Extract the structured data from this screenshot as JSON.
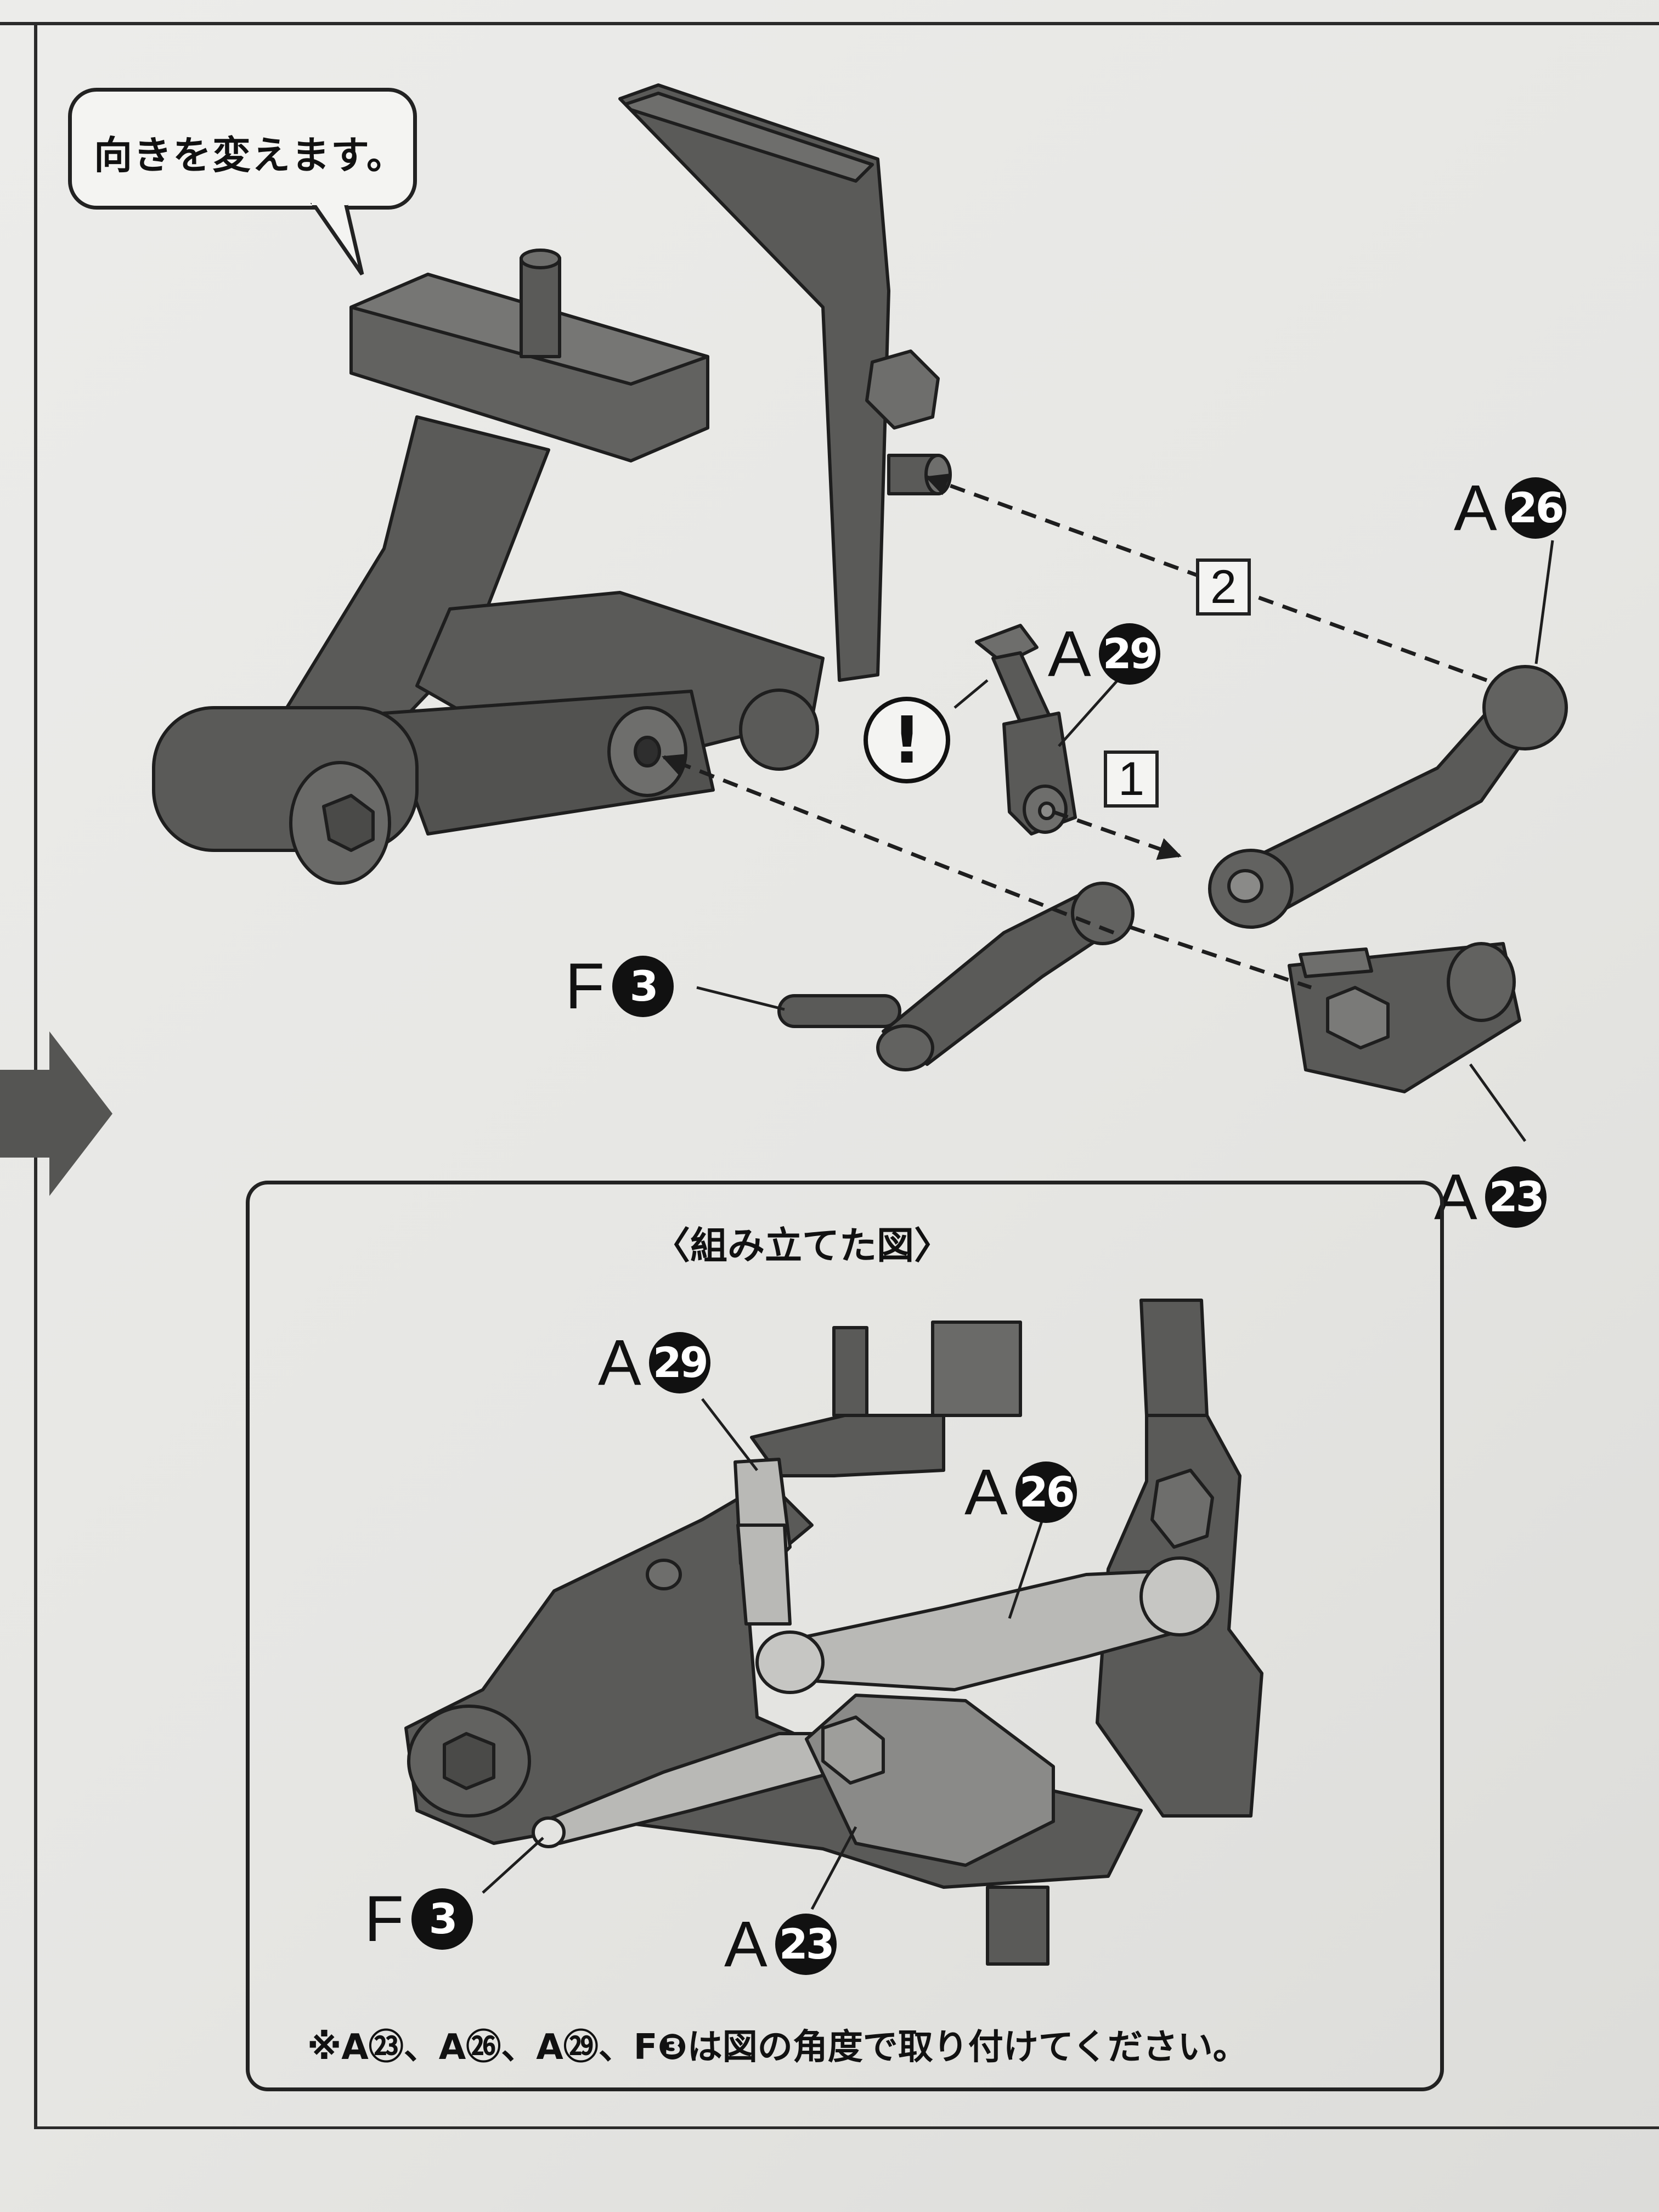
{
  "callout": {
    "text": "向きを変えます。"
  },
  "exploded_view": {
    "parts": [
      {
        "letter": "A",
        "number": "26"
      },
      {
        "letter": "A",
        "number": "29"
      },
      {
        "letter": "F",
        "number": "3"
      },
      {
        "letter": "A",
        "number": "23"
      }
    ],
    "steps": [
      "1",
      "2"
    ],
    "caution_mark": "!"
  },
  "assembled_view": {
    "title": "〈組み立てた図〉",
    "parts": [
      {
        "letter": "A",
        "number": "29"
      },
      {
        "letter": "A",
        "number": "26"
      },
      {
        "letter": "F",
        "number": "3"
      },
      {
        "letter": "A",
        "number": "23"
      }
    ],
    "note": "※A㉓、A㉖、A㉙、F❸は図の角度で取り付けてください。"
  },
  "colors": {
    "part_dark": "#5a5a58",
    "part_light": "#b9b9b6",
    "outline": "#1e1e1e"
  }
}
